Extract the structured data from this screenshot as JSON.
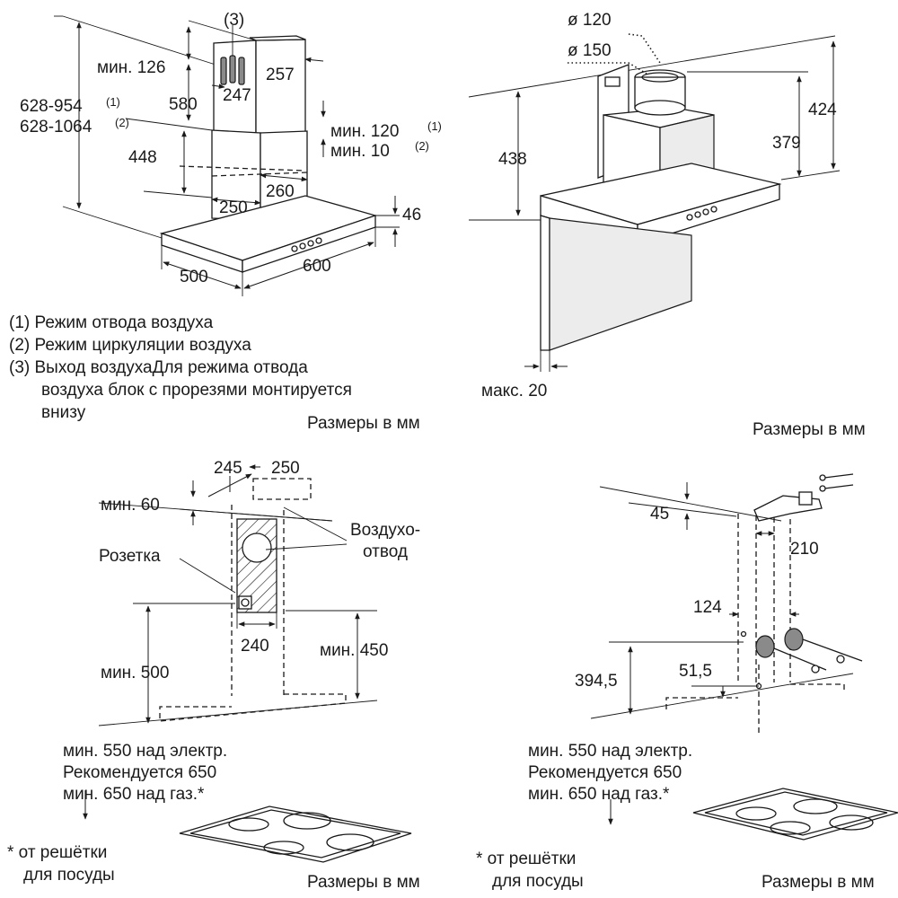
{
  "top_left": {
    "marker_3": "(3)",
    "min_126": "мин. 126",
    "d_580": "580",
    "d_448": "448",
    "range_1": "628-954",
    "range_1_note": "(1)",
    "range_2": "628-1064",
    "range_2_note": "(2)",
    "d_257": "257",
    "d_247": "247",
    "min_120": "мин. 120",
    "min_120_note": "(1)",
    "min_10": "мин. 10",
    "min_10_note": "(2)",
    "d_260": "260",
    "d_250": "250",
    "d_46": "46",
    "d_500": "500",
    "d_600": "600"
  },
  "legend": {
    "item_1": "(1) Режим отвода воздуха",
    "item_2": "(2) Режим циркуляции воздуха",
    "item_3_line1": "(3) Выход воздухаДля режима отвода",
    "item_3_line2": "воздуха блок с прорезями монтируется",
    "item_3_line3": "внизу",
    "units": "Размеры в мм"
  },
  "top_right": {
    "dia_120": "ø 120",
    "dia_150": "ø 150",
    "d_438": "438",
    "d_424": "424",
    "d_379": "379",
    "max_20": "макс. 20",
    "units": "Размеры в мм"
  },
  "bottom_left": {
    "d_245": "245",
    "d_250": "250",
    "min_60": "мин. 60",
    "outlet_label_1": "Воздухо-",
    "outlet_label_2": "отвод",
    "socket_label": "Розетка",
    "d_240": "240",
    "min_500": "мин. 500",
    "min_450": "мин. 450",
    "note_1": "мин. 550 над электр.",
    "note_2": "Рекомендуется 650",
    "note_3": "мин. 650 над газ.*",
    "footnote_1": "* от решётки",
    "footnote_2": "для посуды",
    "units": "Размеры в мм"
  },
  "bottom_right": {
    "d_45": "45",
    "d_210": "210",
    "d_124": "124",
    "d_394_5": "394,5",
    "d_51_5": "51,5",
    "note_1": "мин. 550 над электр.",
    "note_2": "Рекомендуется 650",
    "note_3": "мин. 650 над газ.*",
    "footnote_1": "* от решётки",
    "footnote_2": "для посуды",
    "units": "Размеры в мм"
  }
}
